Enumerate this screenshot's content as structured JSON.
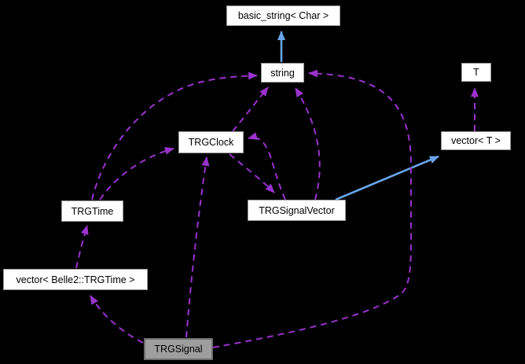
{
  "diagram": {
    "kind": "class collaboration graph",
    "background": "#000000",
    "colors": {
      "node_fill": "#ffffff",
      "node_border": "#9a9a9a",
      "current_node_fill": "#9e9e9e",
      "current_node_border": "#6e6e6e",
      "text": "#000000",
      "usage_edge": "#9a32cd",
      "inheritance_edge": "#69a5eb"
    },
    "nodes": {
      "basic_string": {
        "label": "basic_string< Char >"
      },
      "string": {
        "label": "string"
      },
      "t": {
        "label": "T"
      },
      "vector_t": {
        "label": "vector< T >"
      },
      "trgclock": {
        "label": "TRGClock"
      },
      "trgtime": {
        "label": "TRGTime"
      },
      "trgsignalvector": {
        "label": "TRGSignalVector"
      },
      "vector_belle2_trgtime": {
        "label": "vector< Belle2::TRGTime >"
      },
      "trgsignal": {
        "label": "TRGSignal",
        "current": true
      }
    },
    "edges": [
      {
        "from": "string",
        "to": "basic_string",
        "type": "inheritance"
      },
      {
        "from": "trgsignalvector",
        "to": "vector_t",
        "type": "inheritance"
      },
      {
        "from": "vector_t",
        "to": "t",
        "type": "usage"
      },
      {
        "from": "trgclock",
        "to": "string",
        "type": "usage"
      },
      {
        "from": "trgtime",
        "to": "string",
        "type": "usage"
      },
      {
        "from": "trgsignalvector",
        "to": "string",
        "type": "usage"
      },
      {
        "from": "trgsignal",
        "to": "string",
        "type": "usage"
      },
      {
        "from": "trgtime",
        "to": "trgclock",
        "type": "usage"
      },
      {
        "from": "trgsignal",
        "to": "trgclock",
        "type": "usage"
      },
      {
        "from": "trgsignalvector",
        "to": "trgclock",
        "type": "usage"
      },
      {
        "from": "trgclock",
        "to": "trgsignalvector",
        "type": "usage"
      },
      {
        "from": "vector_belle2_trgtime",
        "to": "trgtime",
        "type": "usage"
      },
      {
        "from": "trgsignal",
        "to": "vector_belle2_trgtime",
        "type": "usage"
      }
    ]
  }
}
